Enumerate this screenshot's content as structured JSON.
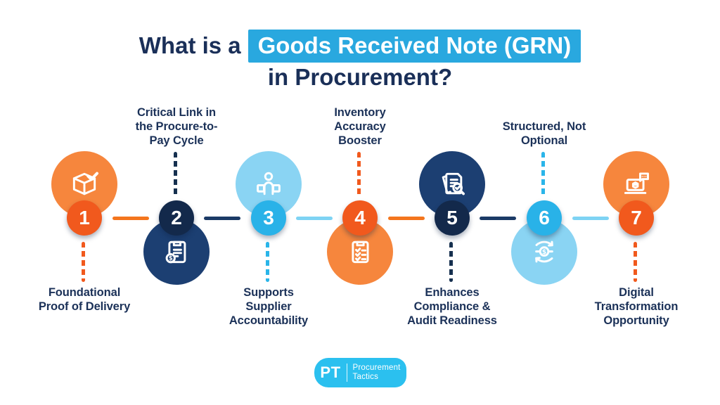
{
  "title": {
    "prefix": "What is a",
    "highlight": "Goods Received Note (GRN)",
    "suffix": "in Procurement?"
  },
  "steps": [
    {
      "number": "1",
      "label": "Foundational\nProof of Delivery",
      "icon": "package-check-icon",
      "label_position": "below",
      "icon_position": "above",
      "theme": "orange"
    },
    {
      "number": "2",
      "label": "Critical Link in\nthe Procure-to-\nPay Cycle",
      "icon": "clipboard-dollar-icon",
      "label_position": "above",
      "icon_position": "below",
      "theme": "navy"
    },
    {
      "number": "3",
      "label": "Supports\nSupplier\nAccountability",
      "icon": "delivery-person-icon",
      "label_position": "below",
      "icon_position": "above",
      "theme": "blue"
    },
    {
      "number": "4",
      "label": "Inventory\nAccuracy\nBooster",
      "icon": "checklist-icon",
      "label_position": "above",
      "icon_position": "below",
      "theme": "orange"
    },
    {
      "number": "5",
      "label": "Enhances\nCompliance &\nAudit Readiness",
      "icon": "document-audit-icon",
      "label_position": "below",
      "icon_position": "above",
      "theme": "navy"
    },
    {
      "number": "6",
      "label": "Structured, Not\nOptional",
      "icon": "hands-money-icon",
      "label_position": "above",
      "icon_position": "below",
      "theme": "blue"
    },
    {
      "number": "7",
      "label": "Digital\nTransformation\nOpportunity",
      "icon": "laptop-chat-icon",
      "label_position": "below",
      "icon_position": "above",
      "theme": "orange"
    }
  ],
  "connectors": [
    "orange",
    "navy",
    "cyan",
    "orange",
    "navy",
    "cyan"
  ],
  "logo": {
    "abbr": "PT",
    "name_line1": "Procurement",
    "name_line2": "Tactics"
  },
  "palette": {
    "background": "#FFFFFF",
    "title_navy": "#1A2F58",
    "title_highlight_bg": "#29A8DF",
    "title_highlight_text": "#FFFFFF",
    "label_navy": "#1B3158",
    "orange_number": "#F1591D",
    "orange_circle": "#F6863D",
    "orange_connector": "#F4751D",
    "navy_number": "#13294B",
    "navy_circle": "#1C3F72",
    "navy_connector": "#1B3A66",
    "cyan_number": "#29B2E8",
    "blue_circle": "#8AD4F3",
    "cyan_connector": "#7ED3F4",
    "logo_cyan": "#2BC0EF",
    "icon_color": "#FFFFFF"
  }
}
